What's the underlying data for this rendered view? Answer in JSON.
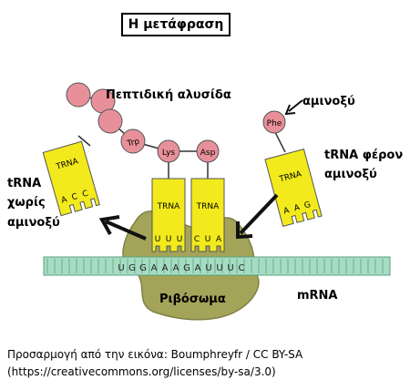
{
  "title": "Η μετάφραση",
  "labels": {
    "peptide_chain": "Πεπτιδική αλυσίδα",
    "amino_acid": "αμινοξύ",
    "trna_carrying_line1": "tRNA φέρον",
    "trna_carrying_line2": "αμινοξύ",
    "trna_without_line1": "tRNA",
    "trna_without_line2": "χωρίς",
    "trna_without_line3": "αμινοξύ",
    "ribosome": "Ριβόσωμα",
    "mrna": "mRNA"
  },
  "amino_acids": {
    "trp": "Trp",
    "lys": "Lys",
    "asp": "Asp",
    "phe": "Phe"
  },
  "trna": {
    "left": {
      "name": "TRNA",
      "anticodon": [
        "A",
        "C",
        "C"
      ]
    },
    "middle_left": {
      "name": "TRNA",
      "anticodon": [
        "U",
        "U",
        "U"
      ]
    },
    "middle_right": {
      "name": "TRNA",
      "anticodon": [
        "C",
        "U",
        "A"
      ]
    },
    "right": {
      "name": "TRNA",
      "anticodon": [
        "A",
        "A",
        "G"
      ]
    }
  },
  "mrna_sequence": [
    "U",
    "G",
    "G",
    "A",
    "A",
    "A",
    "G",
    "A",
    "U",
    "U",
    "U",
    "C"
  ],
  "credit": {
    "line1": "Προσαρμογή από την εικόνα: Boumphreyfr / CC BY-SA",
    "line2": "(https://creativecommons.org/licenses/by-sa/3.0)"
  },
  "colors": {
    "amino_acid": "#e8909a",
    "trna": "#f2ea1c",
    "ribosome": "#a3a45a",
    "mrna": "#a6dcc2"
  }
}
